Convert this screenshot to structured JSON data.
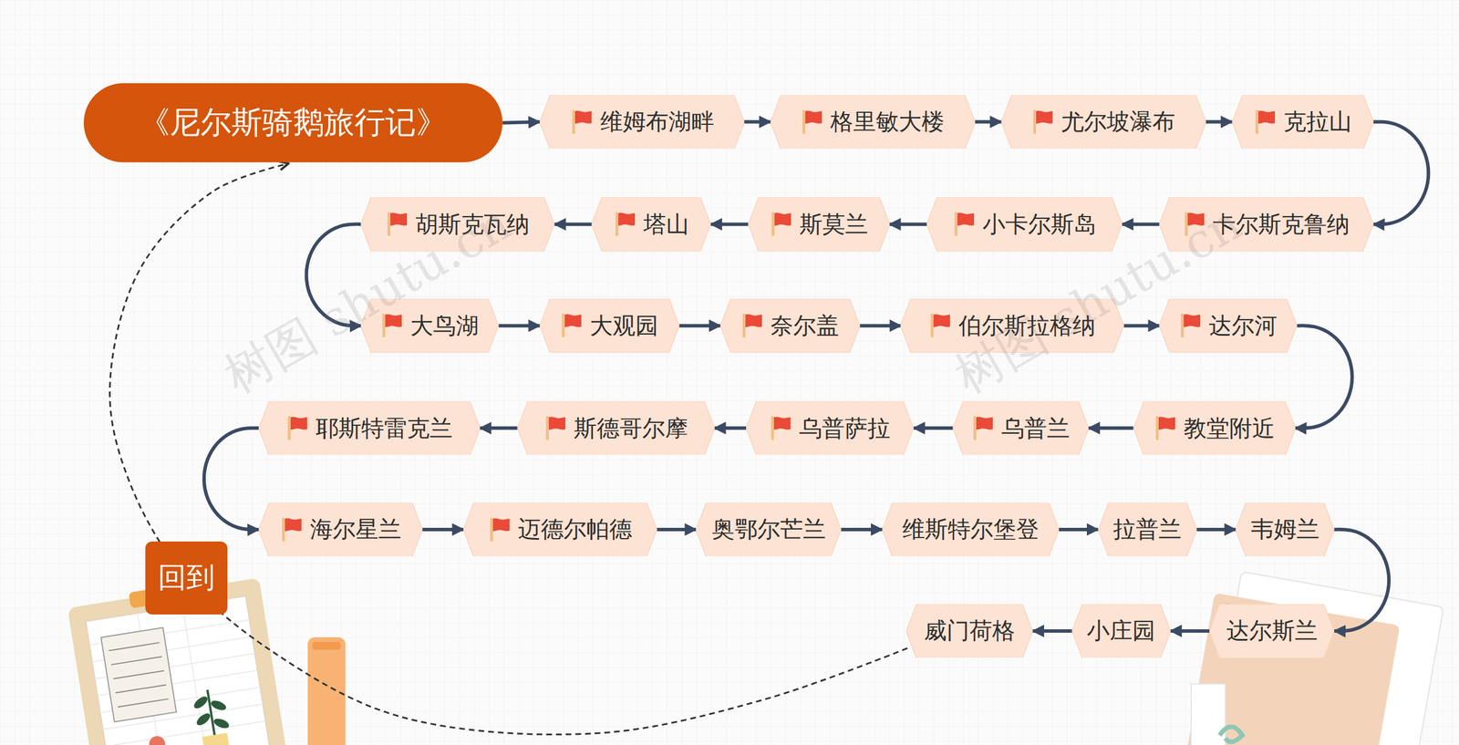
{
  "diagram": {
    "nodes": [
      {
        "text": [
          "《尼尔斯骑鹅旅行记》"
        ]
      },
      {
        "text": [
          "维姆布湖畔"
        ]
      },
      {
        "text": [
          "格里敏大楼"
        ]
      },
      {
        "text": [
          "尤尔坡瀑布"
        ]
      },
      {
        "text": [
          "克拉山"
        ]
      },
      {
        "text": [
          "卡尔斯克鲁纳"
        ]
      },
      {
        "text": [
          "小卡尔斯岛"
        ]
      },
      {
        "text": [
          "斯莫兰"
        ]
      },
      {
        "text": [
          "塔山"
        ]
      },
      {
        "text": [
          "胡斯克瓦纳"
        ]
      },
      {
        "text": [
          "大鸟湖"
        ]
      },
      {
        "text": [
          "大观园"
        ]
      },
      {
        "text": [
          "奈尔盖"
        ]
      },
      {
        "text": [
          "伯尔斯拉格纳"
        ]
      },
      {
        "text": [
          "达尔河"
        ]
      },
      {
        "text": [
          "教堂附近"
        ]
      },
      {
        "text": [
          "乌普兰"
        ]
      },
      {
        "text": [
          "乌普萨拉"
        ]
      },
      {
        "text": [
          "斯德哥尔摩"
        ]
      },
      {
        "text": [
          "耶斯特雷克兰"
        ]
      },
      {
        "text": [
          "海尔星兰"
        ]
      },
      {
        "text": [
          "迈德尔帕德"
        ]
      },
      {
        "text": [
          "奥鄂尔芒兰"
        ]
      },
      {
        "text": [
          "维斯特尔堡登"
        ]
      },
      {
        "text": [
          "拉普兰"
        ]
      },
      {
        "text": [
          "韦姆兰"
        ]
      },
      {
        "text": [
          "达尔斯兰"
        ]
      },
      {
        "text": [
          "小庄园"
        ]
      },
      {
        "text": [
          "威门荷格"
        ]
      }
    ],
    "edges": [
      {
        "from": 0,
        "to": 1,
        "arrow": "to"
      },
      {
        "from": 1,
        "to": 2,
        "arrow": "to"
      },
      {
        "from": 2,
        "to": 3,
        "arrow": "to"
      },
      {
        "from": 3,
        "to": 4,
        "arrow": "to"
      },
      {
        "from": 4,
        "to": 5,
        "arrow": "to"
      },
      {
        "from": 5,
        "to": 6,
        "arrow": "to"
      },
      {
        "from": 6,
        "to": 7,
        "arrow": "to"
      },
      {
        "from": 7,
        "to": 8,
        "arrow": "to"
      },
      {
        "from": 8,
        "to": 9,
        "arrow": "to"
      },
      {
        "from": 9,
        "to": 10,
        "arrow": "to"
      },
      {
        "from": 10,
        "to": 11,
        "arrow": "to"
      },
      {
        "from": 11,
        "to": 12,
        "arrow": "to"
      },
      {
        "from": 12,
        "to": 13,
        "arrow": "to"
      },
      {
        "from": 13,
        "to": 14,
        "arrow": "to"
      },
      {
        "from": 14,
        "to": 15,
        "arrow": "to"
      },
      {
        "from": 15,
        "to": 16,
        "arrow": "to"
      },
      {
        "from": 16,
        "to": 17,
        "arrow": "to"
      },
      {
        "from": 17,
        "to": 18,
        "arrow": "to"
      },
      {
        "from": 18,
        "to": 19,
        "arrow": "to"
      },
      {
        "from": 19,
        "to": 20,
        "arrow": "to"
      },
      {
        "from": 20,
        "to": 21,
        "arrow": "to"
      },
      {
        "from": 21,
        "to": 22,
        "arrow": "to"
      },
      {
        "from": 22,
        "to": 23,
        "arrow": "to"
      },
      {
        "from": 23,
        "to": 24,
        "arrow": "to"
      },
      {
        "from": 24,
        "to": 25,
        "arrow": "to"
      },
      {
        "from": 25,
        "to": 26,
        "arrow": "to"
      },
      {
        "from": 26,
        "to": 27,
        "arrow": "to"
      },
      {
        "from": 27,
        "to": 28,
        "arrow": "to"
      },
      {
        "from": 28,
        "to": 0,
        "arrow": "to",
        "label": "回到"
      }
    ],
    "labels": [
      "树图 shutu.cn",
      "树图 shutu.cn"
    ]
  }
}
